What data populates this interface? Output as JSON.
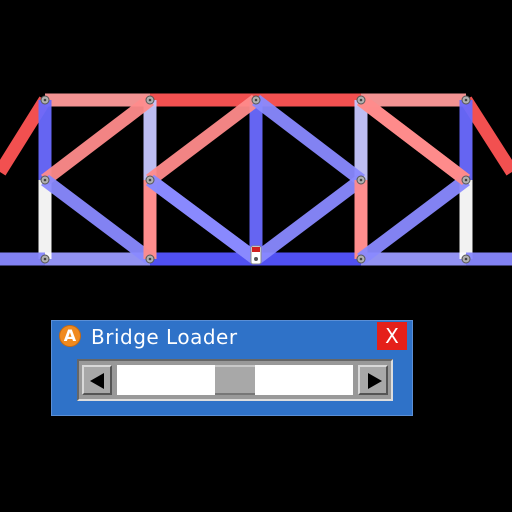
{
  "window": {
    "title": "Bridge Loader",
    "close_label": "X",
    "icon_letter": "A",
    "icon": "app-logo-icon"
  },
  "slider": {
    "left_icon": "arrow-left-icon",
    "right_icon": "arrow-right-icon",
    "position": 0.5
  },
  "colors": {
    "background": "#000000",
    "tension": "#ff5555",
    "compression": "#5555ff",
    "road": "#8888ff",
    "window": "#2f72c8",
    "close": "#e5201a",
    "icon": "#f08a1f"
  },
  "bridge": {
    "load_marker_icon": "load-marker-icon",
    "members": [
      {
        "id": "approach-left",
        "color": "#ff5555"
      },
      {
        "id": "approach-right",
        "color": "#ff5555"
      },
      {
        "id": "top-chord-1",
        "color": "#ff9a9a"
      },
      {
        "id": "top-chord-2",
        "color": "#ff5555"
      },
      {
        "id": "top-chord-3",
        "color": "#ff5555"
      },
      {
        "id": "top-chord-4",
        "color": "#ff9a9a"
      },
      {
        "id": "deck-1",
        "color": "#9a9aff"
      },
      {
        "id": "deck-2",
        "color": "#5555ff"
      },
      {
        "id": "deck-3",
        "color": "#5555ff"
      },
      {
        "id": "deck-4",
        "color": "#9a9aff"
      },
      {
        "id": "vertical-1-upper",
        "color": "#6b6bff"
      },
      {
        "id": "vertical-1-lower",
        "color": "#ffffff"
      },
      {
        "id": "vertical-2-upper",
        "color": "#c8c8ff"
      },
      {
        "id": "vertical-2-lower",
        "color": "#ffb8b8"
      },
      {
        "id": "vertical-3",
        "color": "#6b6bff"
      },
      {
        "id": "vertical-4-upper",
        "color": "#c8c8ff"
      },
      {
        "id": "vertical-4-lower",
        "color": "#ffb8b8"
      },
      {
        "id": "vertical-5-upper",
        "color": "#6b6bff"
      },
      {
        "id": "vertical-5-lower",
        "color": "#ffffff"
      },
      {
        "id": "diagonal-1",
        "color": "#ff8c8c"
      },
      {
        "id": "diagonal-2",
        "color": "#8a8aff"
      },
      {
        "id": "diagonal-3",
        "color": "#ff8c8c"
      },
      {
        "id": "diagonal-4",
        "color": "#8a8aff"
      },
      {
        "id": "diagonal-5",
        "color": "#ff8c8c"
      },
      {
        "id": "diagonal-6",
        "color": "#8a8aff"
      },
      {
        "id": "diagonal-7",
        "color": "#8a8aff"
      },
      {
        "id": "diagonal-8",
        "color": "#ff8c8c"
      },
      {
        "id": "diagonal-9",
        "color": "#8a8aff"
      },
      {
        "id": "diagonal-10",
        "color": "#ff8c8c"
      },
      {
        "id": "diagonal-11",
        "color": "#8a8aff"
      },
      {
        "id": "diagonal-12",
        "color": "#ff8c8c"
      },
      {
        "id": "road-left",
        "color": "#8888ff"
      },
      {
        "id": "road-right",
        "color": "#8888ff"
      }
    ]
  }
}
